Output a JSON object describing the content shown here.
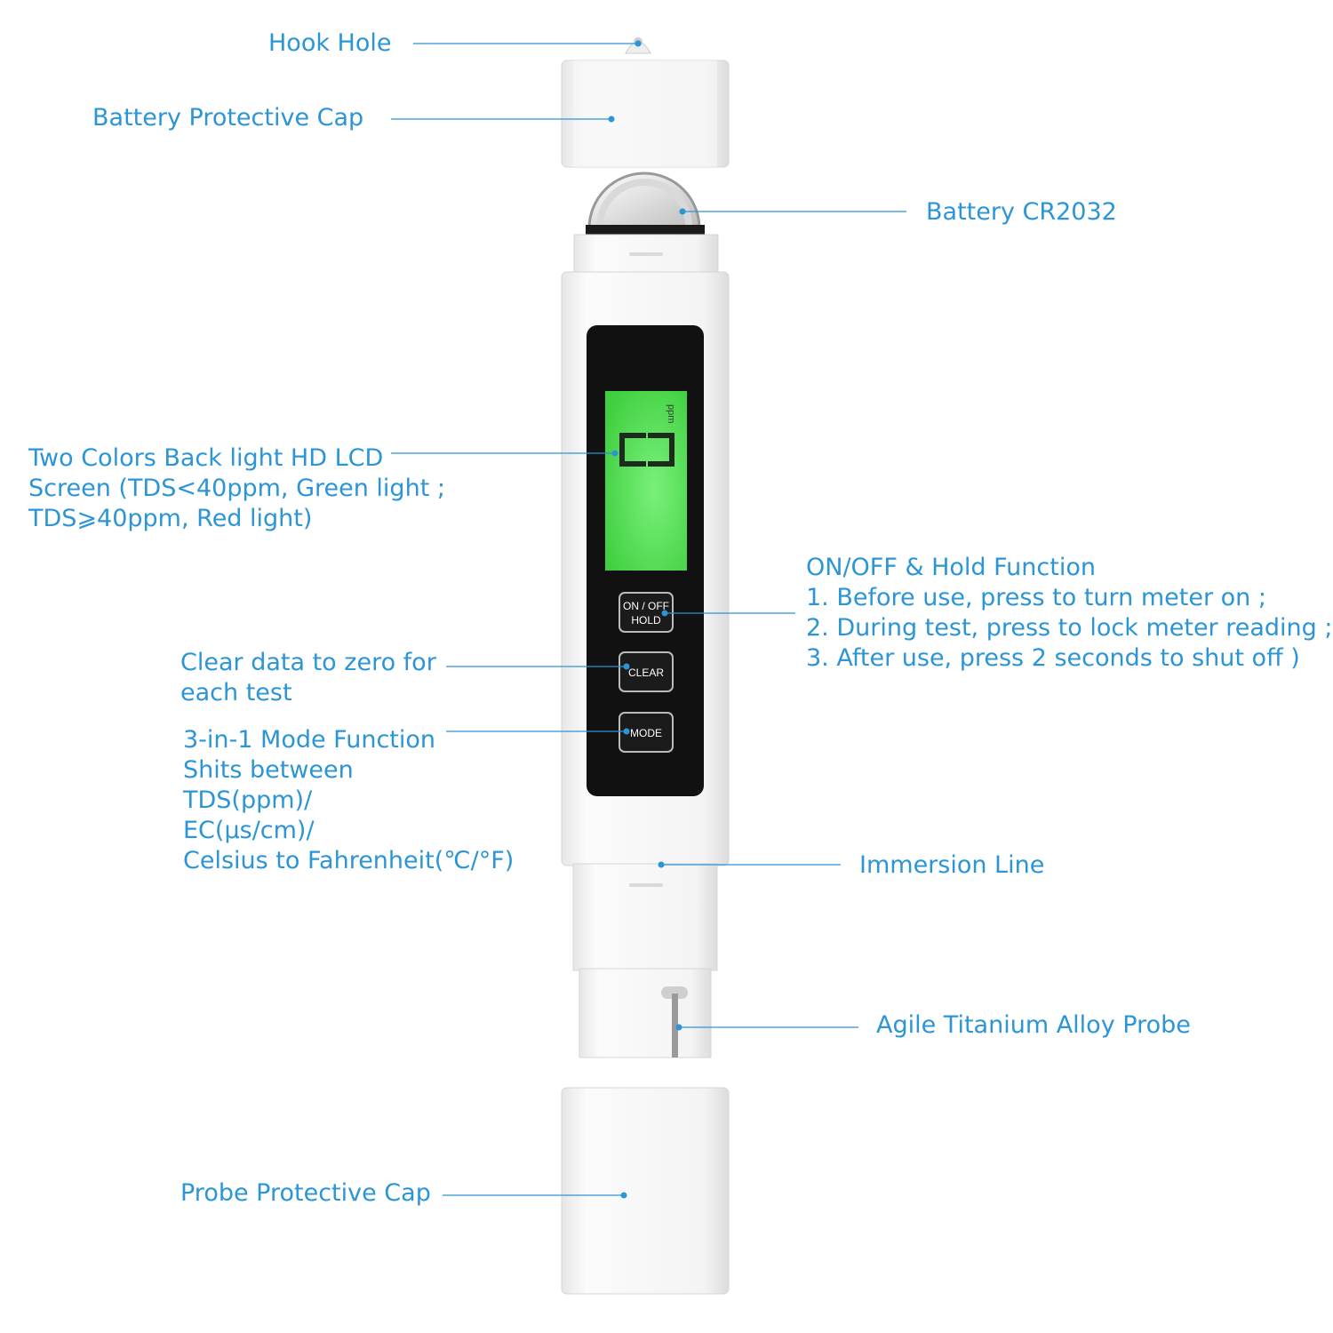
{
  "labels": {
    "hook_hole": "Hook Hole",
    "battery_cap": "Battery Protective Cap",
    "battery": "Battery CR2032",
    "lcd": [
      "Two Colors Back light HD LCD",
      "Screen (TDS<40ppm, Green light ;",
      "TDS⩾40ppm, Red light)"
    ],
    "on_off": [
      "ON/OFF & Hold Function",
      "1. Before use, press to turn meter on ;",
      "2. During test, press to lock meter reading ;",
      "3. After use, press 2 seconds to shut off )"
    ],
    "clear": [
      "Clear data to zero for",
      "each test"
    ],
    "mode": [
      "3-in-1 Mode Function",
      "Shits between",
      "TDS(ppm)/",
      "EC(μs/cm)/",
      "Celsius to Fahrenheit(℃/°F)"
    ],
    "immersion": "Immersion Line",
    "probe": "Agile Titanium Alloy Probe",
    "probe_cap": "Probe Protective Cap"
  },
  "device": {
    "buttons": {
      "on_off_line1": "ON / OFF",
      "on_off_line2": "HOLD",
      "clear": "CLEAR",
      "mode": "MODE"
    },
    "lcd_unit": "ppm",
    "colors": {
      "label": "#2b95d6",
      "lcd_green": "#55dd55",
      "panel": "#111111",
      "body": "#f2f2f2"
    }
  }
}
